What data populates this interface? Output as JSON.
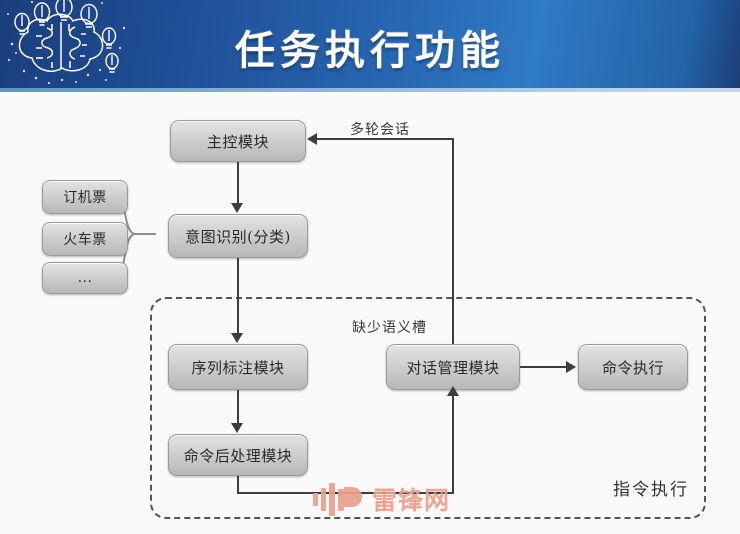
{
  "header": {
    "title": "任务执行功能",
    "logo_icon": "brain-lightbulbs-icon",
    "background_color": "#2662ad"
  },
  "diagram": {
    "nodes": [
      {
        "id": "main-control",
        "label": "主控模块"
      },
      {
        "id": "intent",
        "label": "意图识别(分类)"
      },
      {
        "id": "book-flight",
        "label": "订机票"
      },
      {
        "id": "train-ticket",
        "label": "火车票"
      },
      {
        "id": "more-intents",
        "label": "..."
      },
      {
        "id": "sequence-label",
        "label": "序列标注模块"
      },
      {
        "id": "command-post",
        "label": "命令后处理模块"
      },
      {
        "id": "dialog-manager",
        "label": "对话管理模块"
      },
      {
        "id": "command-exec",
        "label": "命令执行"
      }
    ],
    "edge_labels": {
      "feedback": "多轮会话",
      "missing_slot": "缺少语义槽"
    },
    "group_label": "指令执行",
    "node_fill": "#d2d2d2",
    "node_border": "#9a9a9a",
    "line_color": "#3d3d3d",
    "group_border_color": "#555555"
  },
  "watermark": {
    "text": "雷锋网",
    "icon": "leiphone-logo-icon",
    "color": "#e8a08c"
  }
}
